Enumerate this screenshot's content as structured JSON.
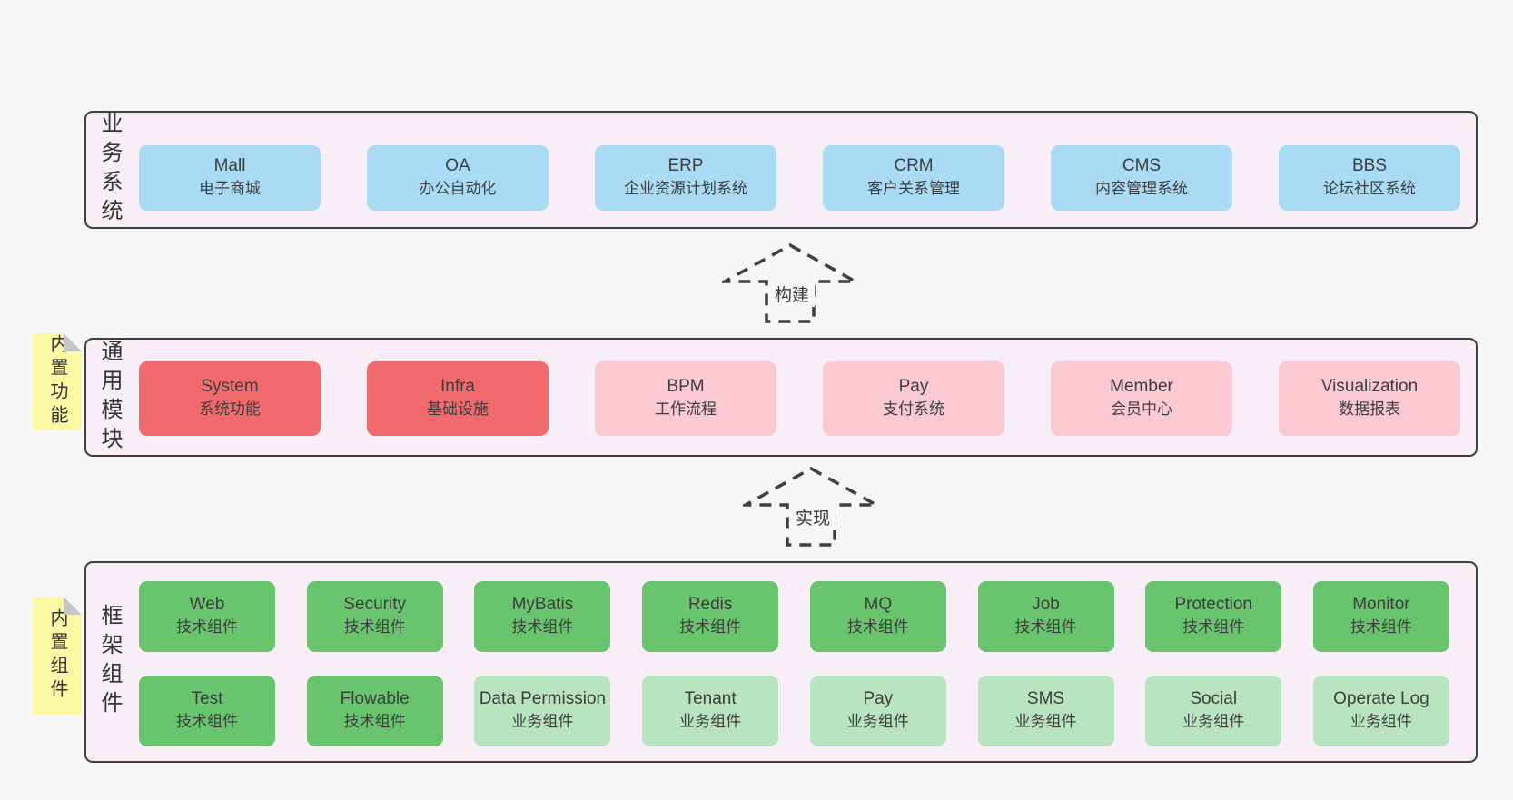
{
  "colors": {
    "page_bg": "#f7f7f7",
    "band_bg": "#f8eef6",
    "band_border": "#3f3f3f",
    "blue_box": "#a9dbf5",
    "red_box": "#f16b6e",
    "pink_box": "#fbc9d2",
    "green_box": "#68c56e",
    "light_green_box": "#b9e4c0",
    "sticky_note": "#fbf9a3",
    "sticky_fold": "#c6c6c6",
    "text": "#3d3d3d"
  },
  "arrows": [
    {
      "label": "构建"
    },
    {
      "label": "实现"
    }
  ],
  "bands": [
    {
      "label": "业务系统",
      "boxes": [
        {
          "en": "Mall",
          "zh": "电子商城",
          "variant": "blue"
        },
        {
          "en": "OA",
          "zh": "办公自动化",
          "variant": "blue"
        },
        {
          "en": "ERP",
          "zh": "企业资源计划系统",
          "variant": "blue"
        },
        {
          "en": "CRM",
          "zh": "客户关系管理",
          "variant": "blue"
        },
        {
          "en": "CMS",
          "zh": "内容管理系统",
          "variant": "blue"
        },
        {
          "en": "BBS",
          "zh": "论坛社区系统",
          "variant": "blue"
        }
      ]
    },
    {
      "label": "通用模块",
      "note": "内置功能",
      "boxes": [
        {
          "en": "System",
          "zh": "系统功能",
          "variant": "red"
        },
        {
          "en": "Infra",
          "zh": "基础设施",
          "variant": "red"
        },
        {
          "en": "BPM",
          "zh": "工作流程",
          "variant": "pink"
        },
        {
          "en": "Pay",
          "zh": "支付系统",
          "variant": "pink"
        },
        {
          "en": "Member",
          "zh": "会员中心",
          "variant": "pink"
        },
        {
          "en": "Visualization",
          "zh": "数据报表",
          "variant": "pink"
        }
      ]
    },
    {
      "label": "框架组件",
      "note": "内置组件",
      "rows": [
        [
          {
            "en": "Web",
            "zh": "技术组件",
            "variant": "green"
          },
          {
            "en": "Security",
            "zh": "技术组件",
            "variant": "green"
          },
          {
            "en": "MyBatis",
            "zh": "技术组件",
            "variant": "green"
          },
          {
            "en": "Redis",
            "zh": "技术组件",
            "variant": "green"
          },
          {
            "en": "MQ",
            "zh": "技术组件",
            "variant": "green"
          },
          {
            "en": "Job",
            "zh": "技术组件",
            "variant": "green"
          },
          {
            "en": "Protection",
            "zh": "技术组件",
            "variant": "green"
          },
          {
            "en": "Monitor",
            "zh": "技术组件",
            "variant": "green"
          }
        ],
        [
          {
            "en": "Test",
            "zh": "技术组件",
            "variant": "green"
          },
          {
            "en": "Flowable",
            "zh": "技术组件",
            "variant": "green"
          },
          {
            "en": "Data Permission",
            "zh": "业务组件",
            "variant": "lgreen"
          },
          {
            "en": "Tenant",
            "zh": "业务组件",
            "variant": "lgreen"
          },
          {
            "en": "Pay",
            "zh": "业务组件",
            "variant": "lgreen"
          },
          {
            "en": "SMS",
            "zh": "业务组件",
            "variant": "lgreen"
          },
          {
            "en": "Social",
            "zh": "业务组件",
            "variant": "lgreen"
          },
          {
            "en": "Operate Log",
            "zh": "业务组件",
            "variant": "lgreen"
          }
        ]
      ]
    }
  ]
}
